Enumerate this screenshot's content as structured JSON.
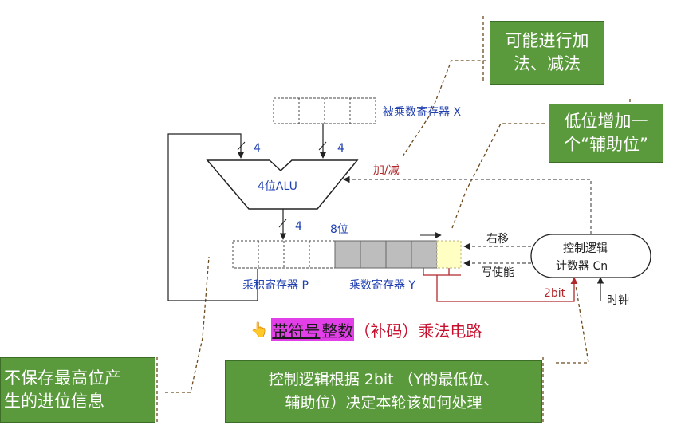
{
  "notes": {
    "add_sub_line1": "可能进行加",
    "add_sub_line2": "法、减法",
    "aux_bit_line1": "低位增加一",
    "aux_bit_line2": "个“辅助位”",
    "carry_line1": "不保存最高位产",
    "carry_line2": "生的进位信息",
    "control_line1": "控制逻辑根据 2bit （Y的最低位、",
    "control_line2": "辅助位）决定本轮该如何处理"
  },
  "labels": {
    "multiplicand_reg": "被乘数寄存器 X",
    "alu": "4位ALU",
    "alu_in_left": "4",
    "alu_in_right": "4",
    "alu_out": "4",
    "add_sub": "加/减",
    "eight_bit": "8位",
    "shift_right": "右移",
    "write_enable": "写使能",
    "control_line1": "控制逻辑",
    "control_line2": "计数器 Cn",
    "two_bit": "2bit",
    "clock": "时钟",
    "product_reg": "乘积寄存器 P",
    "multiplier_reg": "乘数寄存器 Y"
  },
  "caption": {
    "hand_icon": "👆",
    "signed": "带符号",
    "integer": "整数",
    "rest": "（补码）乘法电路"
  },
  "colors": {
    "note_green": "#5a9a3c",
    "blue_label": "#1f3fb0",
    "red_label": "#b0282c",
    "grey_cell": "#bdbdbd",
    "aux_cell": "#ffffc4",
    "highlight": "#e23fe8"
  }
}
